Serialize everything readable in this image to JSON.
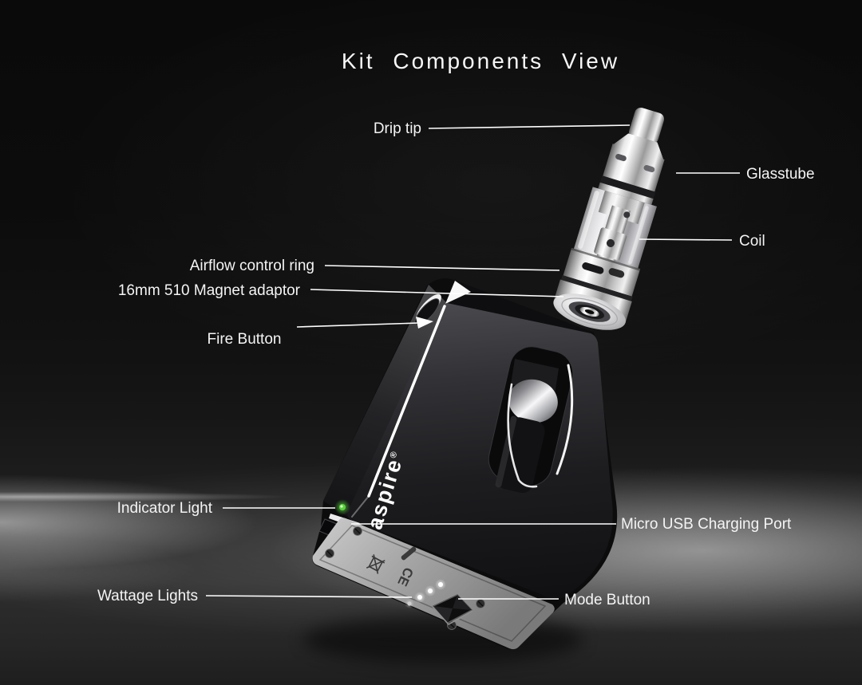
{
  "title": "Kit Components View",
  "callouts": {
    "drip_tip": "Drip tip",
    "glasstube": "Glasstube",
    "coil": "Coil",
    "airflow_ring": "Airflow control ring",
    "magnet_adaptor": "16mm 510 Magnet adaptor",
    "fire_button": "Fire Button",
    "indicator_light": "Indicator Light",
    "usb_port": "Micro USB Charging Port",
    "wattage_lights": "Wattage Lights",
    "mode_button": "Mode Button"
  },
  "device": {
    "brand": "aspire",
    "brand_reg": "®",
    "cert_mark": "CE",
    "wattage_led_count": 4,
    "indicator_state": "on"
  },
  "colors": {
    "indicator_green": "#5ad23e",
    "chrome": "#e9e9ec",
    "body_black": "#1a1a1d",
    "plate_gray": "#a6a6a6",
    "label_text": "#f4f4f4",
    "background": "#0b0b0b"
  }
}
